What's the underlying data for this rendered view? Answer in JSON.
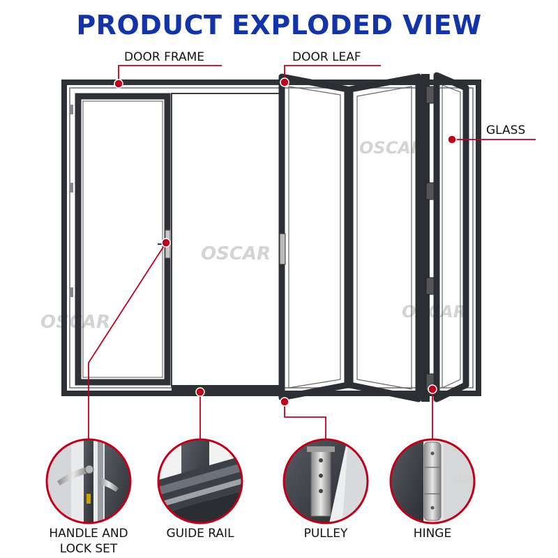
{
  "title": "PRODUCT EXPLODED VIEW",
  "watermark": "OSCAR",
  "accent_color": "#c0001a",
  "title_color": "#1333a8",
  "labels": {
    "door_frame": "DOOR FRAME",
    "door_leaf": "DOOR LEAF",
    "glass": "GLASS"
  },
  "details": [
    {
      "line1": "HANDLE AND",
      "line2": "LOCK SET"
    },
    {
      "line1": "GUIDE RAIL",
      "line2": ""
    },
    {
      "line1": "PULLEY",
      "line2": ""
    },
    {
      "line1": "HINGE",
      "line2": ""
    }
  ]
}
